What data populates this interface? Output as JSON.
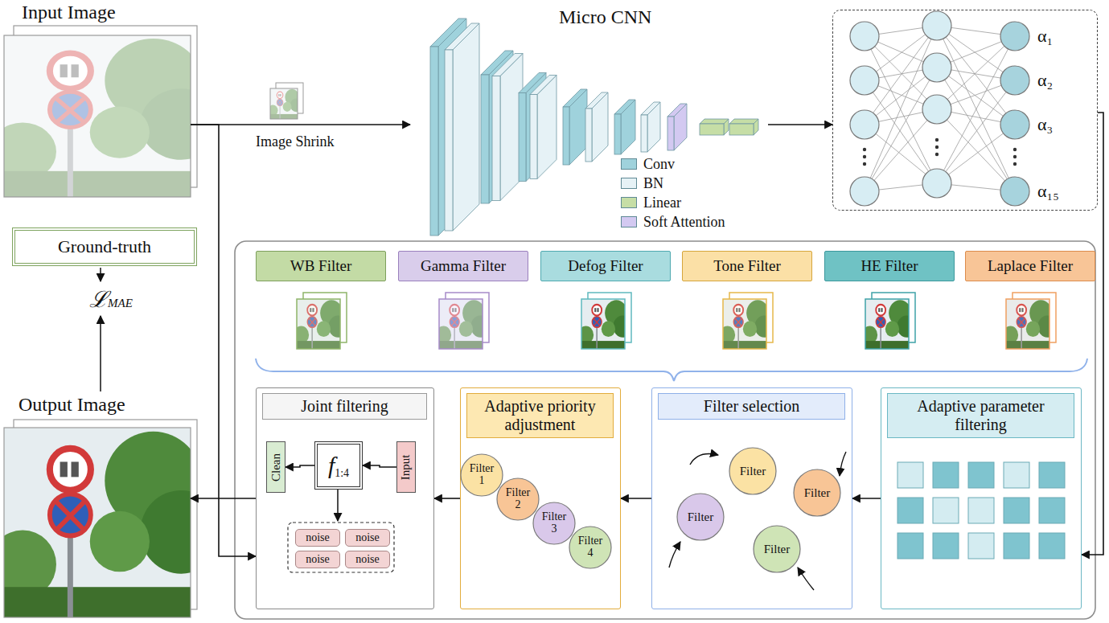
{
  "diagram": {
    "nodes": [
      {
        "text": [
          "Input Image"
        ]
      },
      {
        "text": [
          "Micro CNN"
        ]
      },
      {
        "text": [
          "α₁",
          "α₂",
          "α₃",
          "α₁₅"
        ]
      },
      {
        "text": [
          "Ground-truth"
        ]
      },
      {
        "text": [
          "Output Image"
        ]
      },
      {
        "text": [
          "WB Filter"
        ]
      },
      {
        "text": [
          "Gamma Filter"
        ]
      },
      {
        "text": [
          "Defog Filter"
        ]
      },
      {
        "text": [
          "Tone Filter"
        ]
      },
      {
        "text": [
          "HE Filter"
        ]
      },
      {
        "text": [
          "Laplace Filter"
        ]
      },
      {
        "text": [
          "Joint filtering"
        ]
      },
      {
        "text": [
          "Clean"
        ],
        "in": 11
      },
      {
        "text": [
          "f",
          "1:4"
        ],
        "in": 11
      },
      {
        "text": [
          "Input"
        ],
        "in": 11
      },
      {
        "text": [
          "noise"
        ],
        "in": 11
      },
      {
        "text": [
          "noise"
        ],
        "in": 11
      },
      {
        "text": [
          "noise"
        ],
        "in": 11
      },
      {
        "text": [
          "noise"
        ],
        "in": 11
      },
      {
        "text": [
          "Adaptive priority adjustment"
        ]
      },
      {
        "text": [
          "Filter 1"
        ],
        "in": 19
      },
      {
        "text": [
          "Filter 2"
        ],
        "in": 19
      },
      {
        "text": [
          "Filter 3"
        ],
        "in": 19
      },
      {
        "text": [
          "Filter 4"
        ],
        "in": 19
      },
      {
        "text": [
          "Filter selection"
        ]
      },
      {
        "text": [
          "Filter"
        ],
        "in": 24
      },
      {
        "text": [
          "Filter"
        ],
        "in": 24
      },
      {
        "text": [
          "Filter"
        ],
        "in": 24
      },
      {
        "text": [
          "Filter"
        ],
        "in": 24
      },
      {
        "text": [
          "Adaptive parameter filtering"
        ]
      }
    ],
    "edges": [
      {
        "from": 0,
        "to": 1,
        "arrow": "to"
      },
      {
        "from": 0,
        "to": 11,
        "arrow": "to"
      },
      {
        "from": 1,
        "to": 2,
        "arrow": "to"
      },
      {
        "from": 2,
        "to": 29,
        "arrow": "to"
      },
      {
        "from": 29,
        "to": 24,
        "arrow": "to"
      },
      {
        "from": 24,
        "to": 19,
        "arrow": "to"
      },
      {
        "from": 19,
        "to": 11,
        "arrow": "to"
      },
      {
        "from": 11,
        "to": 4,
        "arrow": "to"
      },
      {
        "from": 14,
        "to": 13,
        "arrow": "to"
      },
      {
        "from": 13,
        "to": 12,
        "arrow": "to"
      }
    ],
    "labels": [
      "Image Shrink",
      "ℒ",
      "MAE"
    ],
    "legend": [
      {
        "text": "Conv",
        "color": "#9fd2dc"
      },
      {
        "text": "BN",
        "color": "#e6f2f6"
      },
      {
        "text": "Linear",
        "color": "#c6dea6"
      },
      {
        "text": "Soft Attention",
        "color": "#d3c9f1"
      }
    ]
  }
}
